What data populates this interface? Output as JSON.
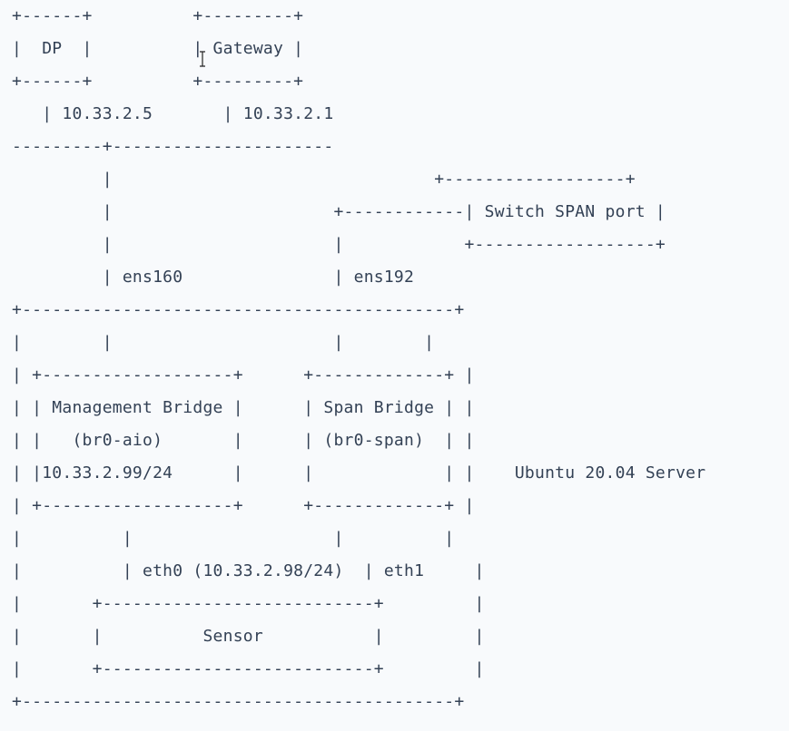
{
  "diagram": {
    "lines": [
      "+------+          +---------+",
      "|  DP  |          | Gateway |",
      "+------+          +---------+",
      "   | 10.33.2.5       | 10.33.2.1",
      "---------+----------------------",
      "         |                                +------------------+",
      "         |                      +------------| Switch SPAN port |",
      "         |                      |            +------------------+",
      "         | ens160               | ens192",
      "+-------------------------------------------+",
      "|        |                      |        |",
      "| +-------------------+      +-------------+ |",
      "| | Management Bridge |      | Span Bridge | |",
      "| |   (br0-aio)       |      | (br0-span)  | |",
      "| |10.33.2.99/24      |      |             | |    Ubuntu 20.04 Server",
      "| +-------------------+      +-------------+ |",
      "|          |                    |          |",
      "|          | eth0 (10.33.2.98/24)  | eth1     |",
      "|       +---------------------------+         |",
      "|       |          Sensor           |         |",
      "|       +---------------------------+         |",
      "+-------------------------------------------+"
    ]
  }
}
